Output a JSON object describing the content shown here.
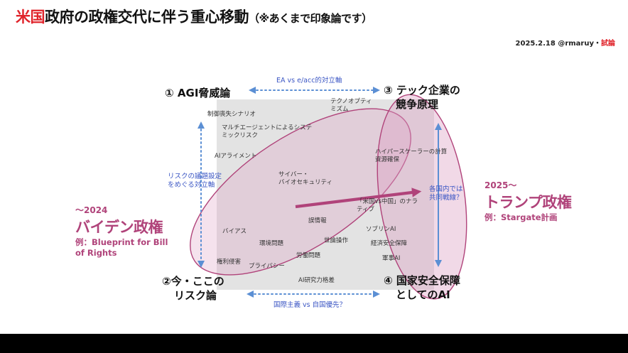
{
  "header": {
    "title_accent": "米国",
    "title_main": "政府の政権交代に伴う重心移動",
    "title_note": "（※あくまで印象論です）",
    "credit": "2025.2.18 @rmaruy・",
    "credit_draft": "試論"
  },
  "quadrants": {
    "top_left": "① AGI脅威論",
    "top_right_line1": "③ テック企業の",
    "top_right_line2": "競争原理",
    "bottom_left_line1": "②今・ここの",
    "bottom_left_line2": "リスク論",
    "bottom_right_line1": "④ 国家安全保障",
    "bottom_right_line2": "としてのAI"
  },
  "axes": {
    "top": "EA vs e/acc的対立軸",
    "bottom": "国際主義 vs 自国優先？",
    "left_line1": "リスクの議題設定",
    "left_line2": "をめぐる対立軸",
    "right_line1": "各国内では",
    "right_line2": "共同戦線？"
  },
  "items": {
    "control_loss": "制御喪失シナリオ",
    "techno_optimism_1": "テクノオプティ",
    "techno_optimism_2": "ミズム",
    "multi_agent_1": "マルチエージェントによるシステ",
    "multi_agent_2": "ミックリスク",
    "ai_alignment": "AIアライメント",
    "hyperscaler_1": "ハイパースケーラーの計算",
    "hyperscaler_2": "資源確保",
    "cyber_bio_1": "サイバー・",
    "cyber_bio_2": "バイオセキュリティ",
    "us_vs_china_1": "「米国vs中国」のナラ",
    "us_vs_china_2": "ティブ",
    "misinformation": "誤情報",
    "sovereign_ai": "ソブリンAI",
    "bias": "バイアス",
    "opinion_manipulation": "世論操作",
    "environment": "環境問題",
    "economic_security": "経済安全保障",
    "labor": "労働問題",
    "rights_violation": "権利侵害",
    "military_ai": "軍事AI",
    "privacy": "プライバシー",
    "ai_compute_gap": "AI研究力格差"
  },
  "eras": {
    "biden_year": "〜2024",
    "biden_name": "バイデン政権",
    "biden_example_1": "例：Blueprint for Bill",
    "biden_example_2": "of Rights",
    "trump_year": "2025〜",
    "trump_name": "トランプ政権",
    "trump_example": "例：Stargate計画"
  },
  "colors": {
    "accent_red": "#e0242b",
    "era_magenta": "#b0437a",
    "axis_blue": "#3b56c4",
    "arrow_blue": "#5b8fd4",
    "quadrant_gray": "#e3e3e3"
  }
}
